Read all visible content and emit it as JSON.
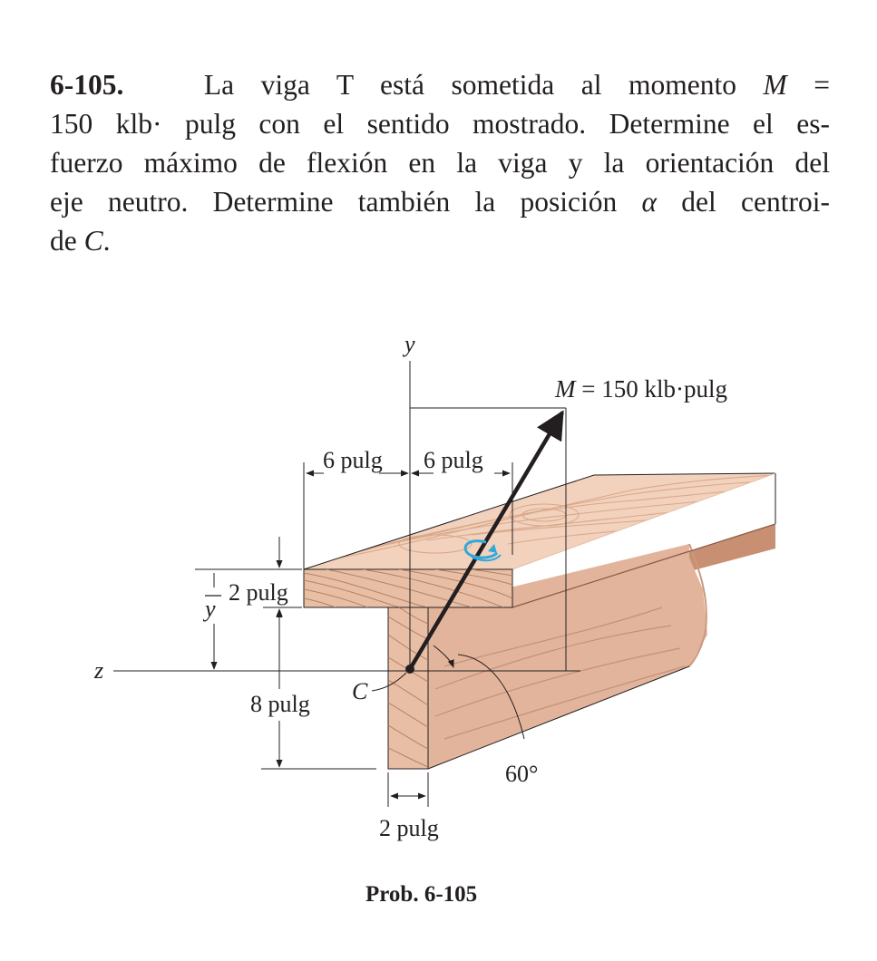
{
  "problem": {
    "number": "6-105.",
    "line1_text": "La viga T está sometida al momento ",
    "line1_var": "M",
    "line1_eq": " =",
    "line2": "150 klb· pulg con el sentido mostrado. Determine el es-",
    "line3": "fuerzo máximo de flexión en la viga y la orientación del",
    "line4_text": "eje neutro. Determine también la posición ",
    "line4_sym": "α",
    "line4_end": " del centroi-",
    "line5_text": "de ",
    "line5_var": "C",
    "line5_end": "."
  },
  "figure": {
    "y_axis": "y",
    "z_axis": "z",
    "moment_var": "M",
    "moment_value": " = 150 klb·pulg",
    "dim_left": "6 pulg",
    "dim_right": "6 pulg",
    "dim_flange": "2 pulg",
    "dim_web_height": "8 pulg",
    "dim_web_width": "2 pulg",
    "ybar": "y",
    "centroid": "C",
    "angle": "60°",
    "caption": "Prob. 6-105"
  },
  "colors": {
    "wood_light": "#f2d2bc",
    "wood_mid": "#e2b49b",
    "wood_dark": "#c98f73",
    "grain": "#b07e66",
    "accent_blue": "#2fa8dc",
    "ink": "#231f20"
  }
}
